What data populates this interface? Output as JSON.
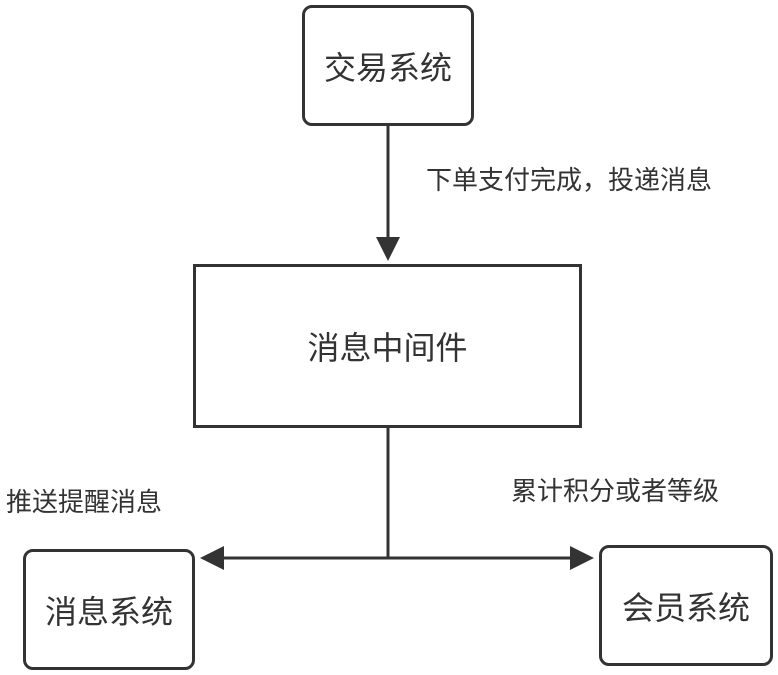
{
  "nodes": {
    "trade_system": "交易系统",
    "message_middleware": "消息中间件",
    "message_system": "消息系统",
    "member_system": "会员系统"
  },
  "edge_labels": {
    "order_paid_deliver": "下单支付完成，投递消息",
    "push_reminder": "推送提醒消息",
    "accumulate_points": "累计积分或者等级"
  },
  "colors": {
    "stroke": "#333333",
    "background": "#ffffff",
    "text": "#333333"
  }
}
